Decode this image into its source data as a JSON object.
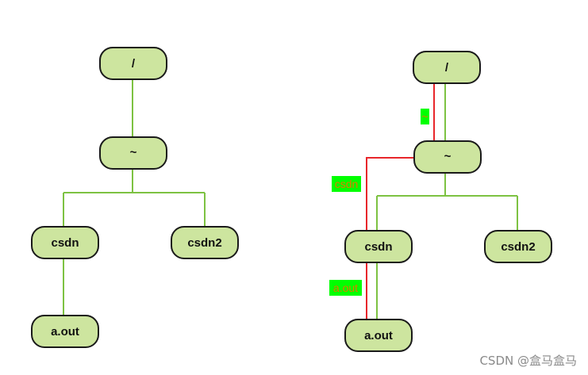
{
  "left_tree": {
    "nodes": {
      "root": "/",
      "home": "~",
      "csdn": "csdn",
      "csdn2": "csdn2",
      "aout": "a.out"
    }
  },
  "right_tree": {
    "nodes": {
      "root": "/",
      "home": "~",
      "csdn": "csdn",
      "csdn2": "csdn2",
      "aout": "a.out"
    },
    "path_labels": {
      "home": "~",
      "csdn": "csdn",
      "aout": "a.out"
    }
  },
  "colors": {
    "node_fill": "#cde59f",
    "tree_edge": "#7dc242",
    "path_edge": "#e8262b",
    "label_bg": "#00ff00",
    "label_text": "#e07b00"
  },
  "watermark": "CSDN @盒马盒马"
}
